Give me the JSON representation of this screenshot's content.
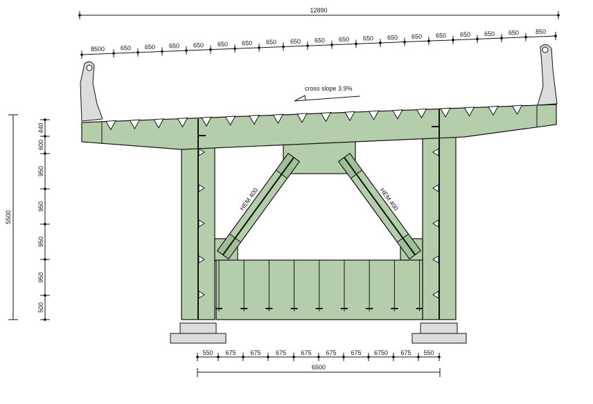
{
  "title": "Bridge cross-section",
  "colors": {
    "structure": "#b4ceab",
    "concrete": "#dcdcdc",
    "line": "#111111"
  },
  "overall_width_label": "12890",
  "top_chain": [
    "8500",
    "650",
    "650",
    "650",
    "650",
    "650",
    "650",
    "650",
    "650",
    "650",
    "650",
    "650",
    "650",
    "650",
    "650",
    "650",
    "650",
    "650",
    "850"
  ],
  "cross_slope_label": "cross slope 3.9%",
  "brace_labels": [
    "HEM 400",
    "HEM 400"
  ],
  "overall_height_label": "5500",
  "left_chain": [
    "440",
    "600",
    "950",
    "950",
    "950",
    "950",
    "500"
  ],
  "bottom_chain": [
    "550",
    "675",
    "675",
    "675",
    "675",
    "675",
    "675",
    "6750",
    "675",
    "550"
  ],
  "bottom_total_label": "6500"
}
